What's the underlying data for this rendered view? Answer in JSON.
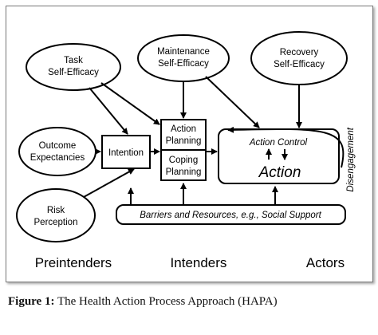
{
  "diagram": {
    "nodes": {
      "task_self_efficacy": [
        "Task",
        "Self-Efficacy"
      ],
      "maintenance_self_efficacy": [
        "Maintenance",
        "Self-Efficacy"
      ],
      "recovery_self_efficacy": [
        "Recovery",
        "Self-Efficacy"
      ],
      "outcome_expectancies": [
        "Outcome",
        "Expectancies"
      ],
      "intention": "Intention",
      "action_planning": [
        "Action",
        "Planning"
      ],
      "coping_planning": [
        "Coping",
        "Planning"
      ],
      "action_control": "Action Control",
      "action": "Action",
      "risk_perception": [
        "Risk",
        "Perception"
      ],
      "barriers_resources": "Barriers and Resources, e.g., Social Support",
      "disengagement": "Disengagement"
    },
    "stages": [
      "Preintenders",
      "Intenders",
      "Actors"
    ]
  },
  "caption": {
    "label": "Figure 1:",
    "text": " The Health Action Process Approach (HAPA)"
  },
  "colors": {
    "line": "#000000",
    "panel_border": "#7a7a7a"
  }
}
